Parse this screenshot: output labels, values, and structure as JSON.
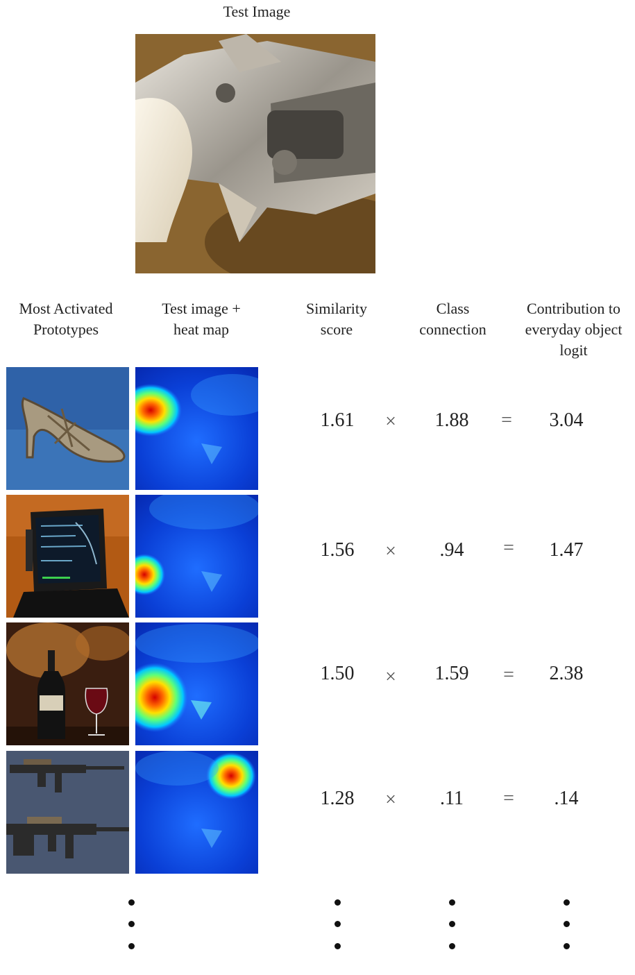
{
  "title": "Test Image",
  "headers": {
    "prototypes": [
      "Most Activated",
      "Prototypes"
    ],
    "heatmap": [
      "Test image +",
      "heat map"
    ],
    "similarity": [
      "Similarity",
      "score"
    ],
    "connection": [
      "Class",
      "connection"
    ],
    "contribution": [
      "Contribution to",
      "everyday object",
      "logit"
    ]
  },
  "operators": {
    "times": "×",
    "equals": "="
  },
  "rows": [
    {
      "similarity": "1.61",
      "connection": "1.88",
      "contribution": "3.04",
      "prototype_icon": "high-heel-shoe-photo",
      "hotspot": "left"
    },
    {
      "similarity": "1.56",
      "connection": ".94",
      "contribution": "1.47",
      "prototype_icon": "laptop-photo",
      "hotspot": "left-mid"
    },
    {
      "similarity": "1.50",
      "connection": "1.59",
      "contribution": "2.38",
      "prototype_icon": "wine-bottle-glass-photo",
      "hotspot": "left-large"
    },
    {
      "similarity": "1.28",
      "connection": ".11",
      "contribution": ".14",
      "prototype_icon": "rifles-photo",
      "hotspot": "right-top"
    }
  ],
  "colors": {
    "heat_low": "#0a3fd6",
    "heat_high": "#d40000"
  }
}
